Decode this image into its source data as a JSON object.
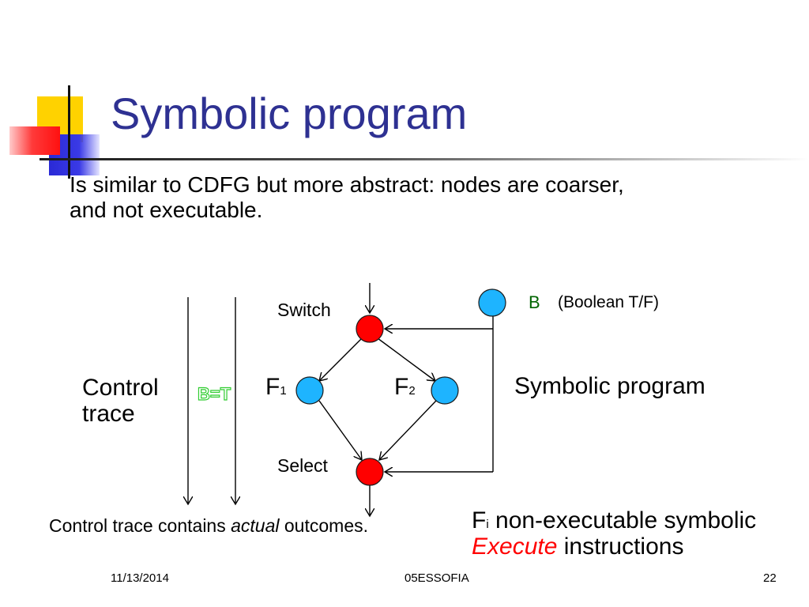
{
  "slide": {
    "title": "Symbolic program",
    "bullet_line1": "Is similar to CDFG but more abstract: nodes are coarser,",
    "bullet_line2": "and not executable."
  },
  "diagram": {
    "switch_label": "Switch",
    "select_label": "Select",
    "f1_letter": "F",
    "f1_sub": "1",
    "f2_letter": "F",
    "f2_sub": "2",
    "b_label": "B",
    "b_desc": "(Boolean T/F)",
    "control_line1": "Control",
    "control_line2": "trace",
    "bt_label": "B=T",
    "symbolic_label": "Symbolic program",
    "control_note_pre": "Control trace contains ",
    "control_note_em": "actual",
    "control_note_post": " outcomes.",
    "fi_letter": "F",
    "fi_sub": "i",
    "fi_desc": " non-executable symbolic",
    "exec_em": "Execute",
    "exec_rest": " instructions"
  },
  "footer": {
    "date": "11/13/2014",
    "center": "05ESSOFIA",
    "page": "22"
  },
  "colors": {
    "title": "#2e3192",
    "node_red": "#ff0000",
    "node_blue": "#1eb4ff",
    "b_green": "#006400",
    "bt_green": "#32cd32",
    "execute_red": "#ff0000"
  }
}
